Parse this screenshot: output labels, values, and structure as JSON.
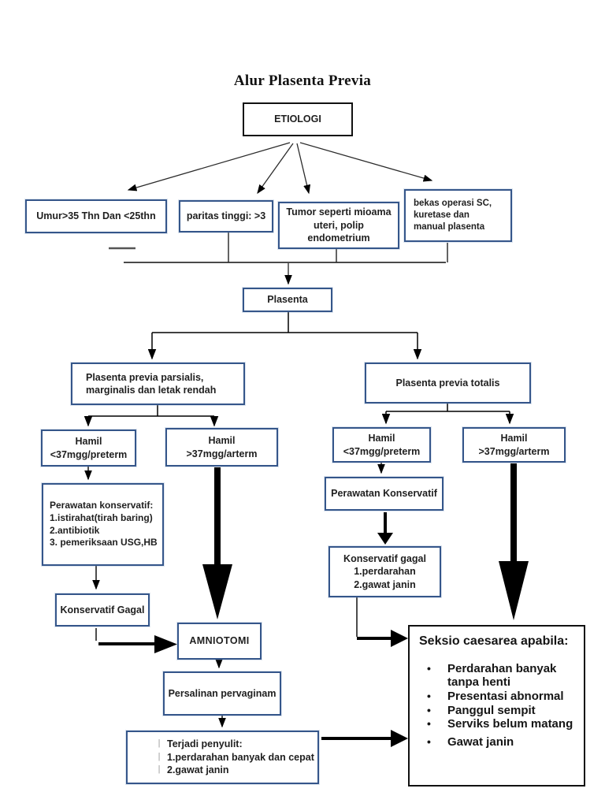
{
  "title": "Alur Plasenta Previa",
  "glyphs": {
    "bullet": "•",
    "pipe": "|"
  },
  "colors": {
    "box_border_blue": "#35568a",
    "box_border_black": "#111111",
    "text": "#1f1f1f",
    "connector": "#000000"
  },
  "nodes": {
    "etiologi": {
      "label": "ETIOLOGI"
    },
    "umur": {
      "label": "Umur>35 Thn Dan <25thn"
    },
    "paritas": {
      "label": "paritas tinggi: >3"
    },
    "tumor": {
      "label": "Tumor seperti mioama uteri, polip endometrium"
    },
    "bekas": {
      "label": "bekas operasi SC,\nkuretase dan\nmanual plasenta"
    },
    "plasenta": {
      "label": "Plasenta"
    },
    "parsialis": {
      "label": "Plasenta previa parsialis,\nmarginalis dan letak rendah"
    },
    "totalis": {
      "label": "Plasenta previa totalis"
    },
    "hamil_preterm_left": {
      "label": "Hamil\n<37mgg/preterm"
    },
    "hamil_aterm_left": {
      "label": "Hamil\n>37mgg/arterm"
    },
    "hamil_preterm_right": {
      "label": "Hamil\n<37mgg/preterm"
    },
    "hamil_aterm_right": {
      "label": "Hamil\n>37mgg/arterm"
    },
    "perawatan_left": {
      "label": "Perawatan konservatif:\n1.istirahat(tirah baring)\n2.antibiotik\n3. pemeriksaan USG,HB"
    },
    "konservatif_gagal_left": {
      "label": "Konservatif Gagal"
    },
    "amniotomi": {
      "label": "AMNIOTOMI"
    },
    "persalinan": {
      "label": "Persalinan pervaginam"
    },
    "terjadi": {
      "lines": [
        "Terjadi penyulit:",
        "1.perdarahan banyak dan cepat",
        "2.gawat janin"
      ]
    },
    "perawatan_right": {
      "label": "Perawatan Konservatif"
    },
    "konservatif_gagal_right": {
      "label": "Konservatif gagal\n1.perdarahan\n2.gawat janin"
    },
    "seksio": {
      "title": "Seksio caesarea apabila:",
      "bullets": [
        "Perdarahan banyak\ntanpa henti",
        "Presentasi abnormal",
        "Panggul sempit",
        "Serviks belum matang",
        "Gawat janin"
      ]
    }
  }
}
